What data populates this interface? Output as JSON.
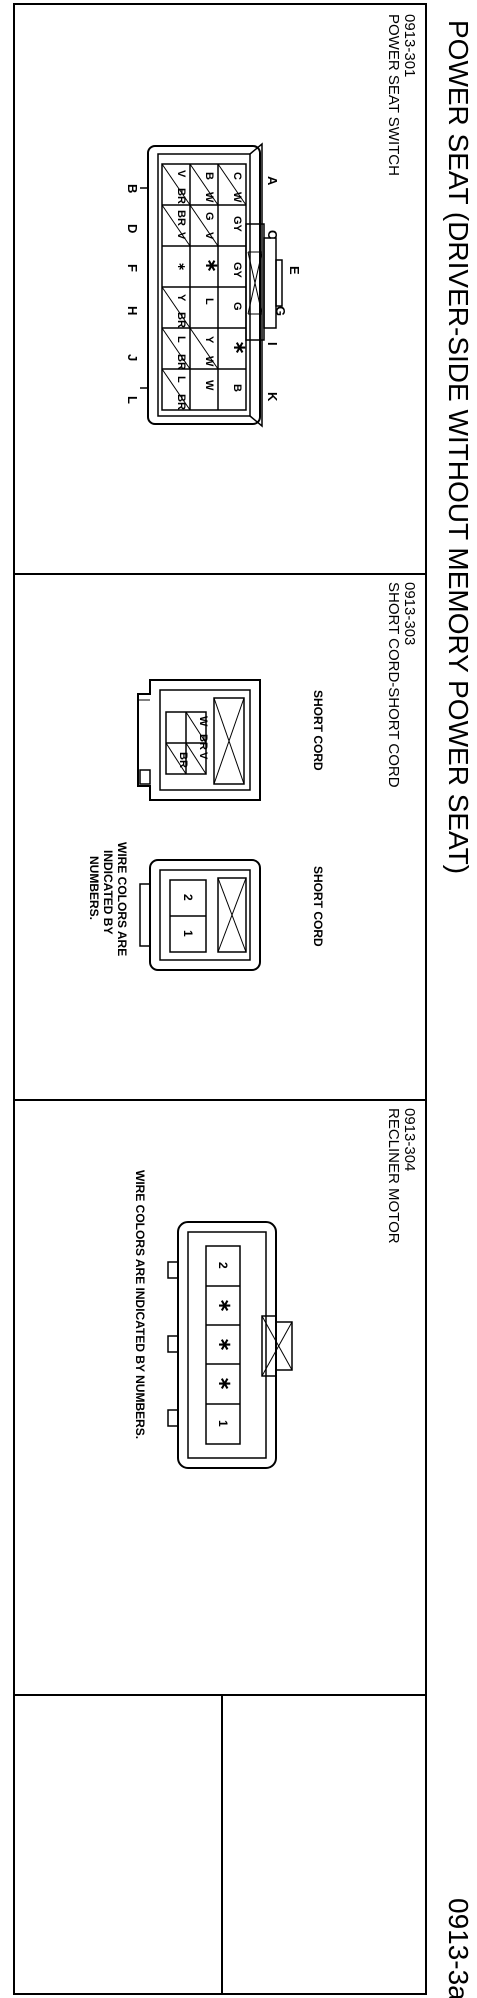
{
  "title": "POWER SEAT (DRIVER-SIDE WITHOUT MEMORY POWER SEAT)",
  "page_number": "0913-3a",
  "connectors": [
    {
      "code": "0913-301",
      "name": "POWER SEAT SWITCH",
      "terminal_letters": [
        "A",
        "B",
        "C",
        "D",
        "E",
        "F",
        "G",
        "H",
        "I",
        "J",
        "K",
        "L"
      ],
      "cavities": [
        {
          "letter": "A",
          "wire": "W"
        },
        {
          "letter": "B",
          "wire": "V"
        },
        {
          "letter": "C",
          "wire": "BR/G"
        },
        {
          "letter": "D",
          "wire": "BR/V"
        },
        {
          "letter": "E",
          "wire": "GY/V"
        },
        {
          "letter": "F",
          "wire": "∗"
        },
        {
          "letter": "G",
          "wire": "G"
        },
        {
          "letter": "H",
          "wire": "Y/L"
        },
        {
          "letter": "I",
          "wire": "∗"
        },
        {
          "letter": "J",
          "wire": "BR/W"
        },
        {
          "letter": "K",
          "wire": "B"
        },
        {
          "letter": "L",
          "wire": "BR/L"
        }
      ]
    },
    {
      "code": "0913-303",
      "name": "SHORT CORD-SHORT CORD",
      "short_cord_label": "SHORT CORD",
      "male_wires": [
        "W",
        "BR",
        "V",
        "BR"
      ],
      "female_pins": [
        "2",
        "1"
      ],
      "note": "WIRE COLORS ARE INDICATED BY NUMBERS."
    },
    {
      "code": "0913-304",
      "name": "RECLINER MOTOR",
      "pins": [
        "2",
        "∗",
        "∗",
        "∗",
        "1"
      ],
      "note": "WIRE COLORS ARE INDICATED BY NUMBERS."
    }
  ]
}
